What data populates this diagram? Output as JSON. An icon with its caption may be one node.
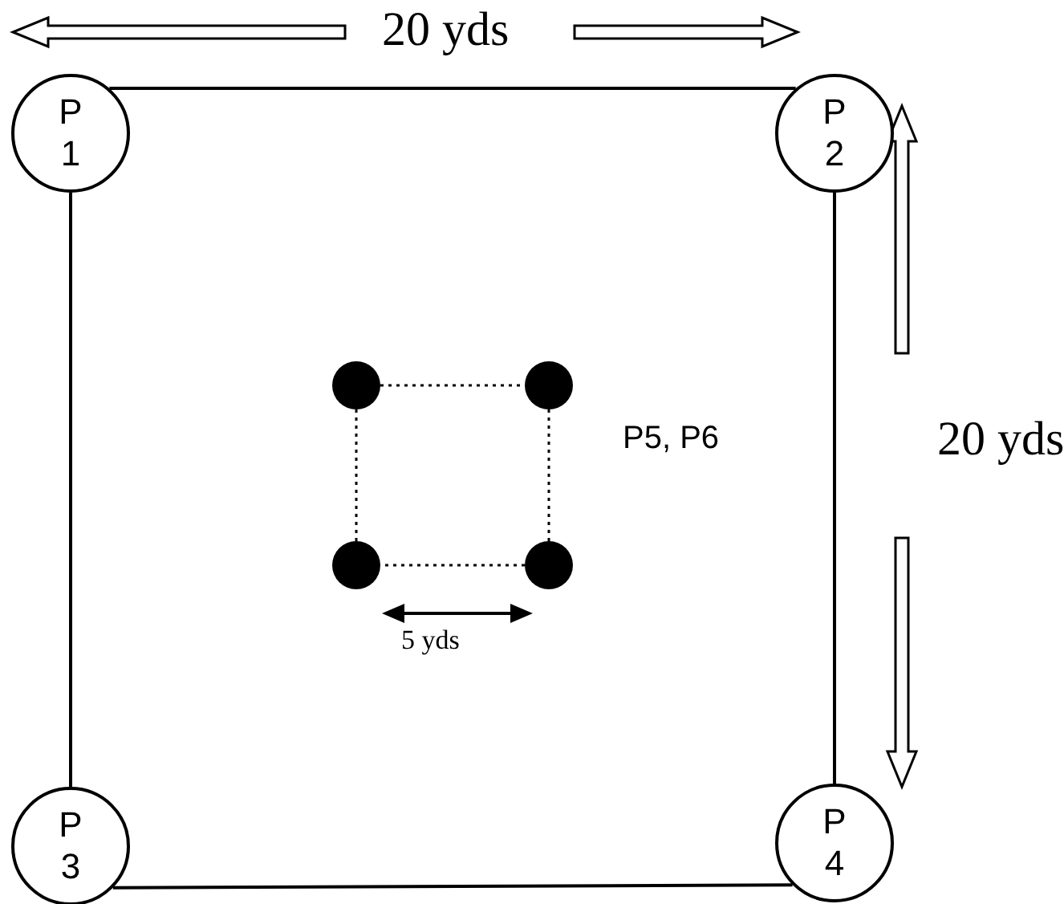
{
  "diagram": {
    "nodes": [
      {
        "text": [
          "P 1"
        ]
      },
      {
        "text": [
          "P 2"
        ]
      },
      {
        "text": [],
        "shape": "circle"
      },
      {
        "text": [],
        "shape": "circle"
      },
      {
        "text": [],
        "shape": "circle"
      },
      {
        "text": [],
        "shape": "circle"
      },
      {
        "text": [
          "P 3"
        ]
      },
      {
        "text": [
          "P 4"
        ]
      }
    ],
    "edges": [
      {
        "from": 0,
        "to": 1,
        "arrow": "none"
      },
      {
        "from": 1,
        "to": 7,
        "arrow": "none"
      },
      {
        "from": 7,
        "to": 6,
        "arrow": "none"
      },
      {
        "from": 6,
        "to": 0,
        "arrow": "none"
      },
      {
        "from": 2,
        "to": 3,
        "arrow": "none",
        "style": "dashed"
      },
      {
        "from": 3,
        "to": 5,
        "arrow": "none",
        "style": "dashed"
      },
      {
        "from": 5,
        "to": 4,
        "arrow": "none",
        "style": "dashed"
      },
      {
        "from": 4,
        "to": 2,
        "arrow": "none",
        "style": "dashed"
      }
    ],
    "labels": [
      "20 yds",
      "20 yds",
      "P5, P6",
      "5 yds"
    ]
  }
}
